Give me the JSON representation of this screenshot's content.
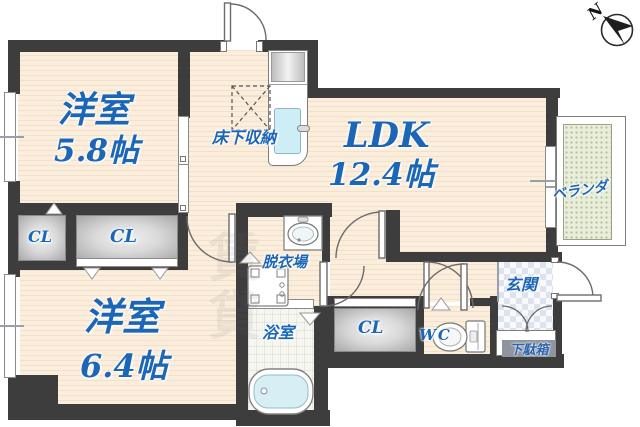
{
  "plan": {
    "bedroom1": {
      "type": "洋室",
      "size": "5.8帖"
    },
    "bedroom2": {
      "type": "洋室",
      "size": "6.4帖"
    },
    "ldk": {
      "type": "LDK",
      "size": "12.4帖"
    },
    "closets": [
      "CL",
      "CL",
      "CL"
    ],
    "underfloor_storage": "床下収納",
    "dressing_room": "脱衣場",
    "bathroom": "浴室",
    "wc": "WC",
    "entrance": "玄関",
    "shoe_cabinet": "下駄箱",
    "veranda": "ベランダ",
    "compass": "N",
    "watermark": "賃貸",
    "colors": {
      "wall": "#3d3d3d",
      "floor_cream": "#fbeedd",
      "label_blue": "#1b66b6",
      "veranda_green": "#e9eedb",
      "entrance_tile": "#dce3ed",
      "water_blue": "#cdeef7"
    }
  }
}
